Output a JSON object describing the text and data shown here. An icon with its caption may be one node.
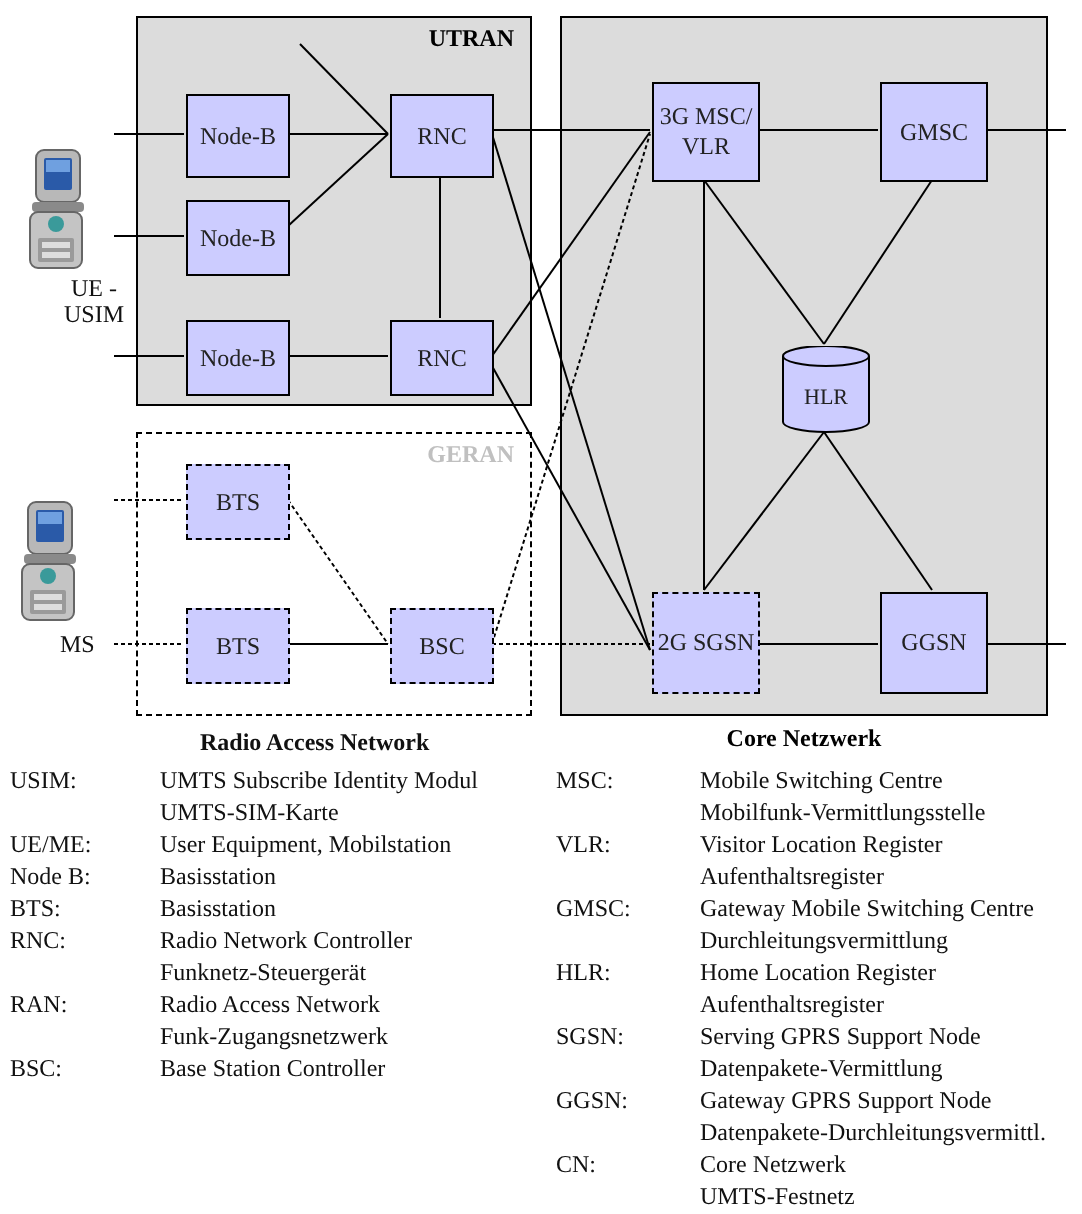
{
  "diagram": {
    "nodes": [
      {
        "text": [
          "UTRAN"
        ]
      },
      {
        "text": [
          "Node-B"
        ],
        "in": 0
      },
      {
        "text": [
          "RNC"
        ],
        "in": 0
      },
      {
        "text": [
          "Node-B"
        ],
        "in": 0
      },
      {
        "text": [
          "Node-B"
        ],
        "in": 0
      },
      {
        "text": [
          "RNC"
        ],
        "in": 0
      },
      {
        "text": [
          "GERAN"
        ]
      },
      {
        "text": [
          "BTS"
        ],
        "in": 6
      },
      {
        "text": [
          "BTS"
        ],
        "in": 6
      },
      {
        "text": [
          "BSC"
        ],
        "in": 6
      },
      {
        "text": [
          "Core Netzwerk"
        ]
      },
      {
        "text": [
          "3G MSC/ VLR"
        ],
        "in": 10
      },
      {
        "text": [
          "GMSC"
        ],
        "in": 10
      },
      {
        "text": [
          "HLR"
        ],
        "in": 10
      },
      {
        "text": [
          "2G SGSN"
        ],
        "in": 10
      },
      {
        "text": [
          "GGSN"
        ],
        "in": 10
      }
    ],
    "edges": [
      {
        "from": null,
        "to": 1,
        "arrow": "none"
      },
      {
        "from": null,
        "to": 3,
        "arrow": "none"
      },
      {
        "from": null,
        "to": 4,
        "arrow": "none"
      },
      {
        "from": null,
        "to": 7,
        "arrow": "none",
        "style": "dashed"
      },
      {
        "from": null,
        "to": 8,
        "arrow": "none",
        "style": "dashed"
      },
      {
        "from": null,
        "to": 2,
        "arrow": "none"
      },
      {
        "from": 1,
        "to": 2,
        "arrow": "none"
      },
      {
        "from": 3,
        "to": 2,
        "arrow": "none"
      },
      {
        "from": 4,
        "to": 5,
        "arrow": "none"
      },
      {
        "from": 2,
        "to": 5,
        "arrow": "none"
      },
      {
        "from": 2,
        "to": 11,
        "arrow": "none"
      },
      {
        "from": 2,
        "to": 14,
        "arrow": "none"
      },
      {
        "from": 5,
        "to": 11,
        "arrow": "none"
      },
      {
        "from": 5,
        "to": 14,
        "arrow": "none"
      },
      {
        "from": 7,
        "to": 9,
        "arrow": "none",
        "style": "dashed"
      },
      {
        "from": 8,
        "to": 9,
        "arrow": "none"
      },
      {
        "from": 9,
        "to": 11,
        "arrow": "none",
        "style": "dashed"
      },
      {
        "from": 9,
        "to": 14,
        "arrow": "none",
        "style": "dashed"
      },
      {
        "from": 11,
        "to": 12,
        "arrow": "none"
      },
      {
        "from": 11,
        "to": 13,
        "arrow": "none"
      },
      {
        "from": 12,
        "to": 13,
        "arrow": "none"
      },
      {
        "from": 11,
        "to": 14,
        "arrow": "none"
      },
      {
        "from": 13,
        "to": 14,
        "arrow": "none"
      },
      {
        "from": 13,
        "to": 15,
        "arrow": "none"
      },
      {
        "from": 14,
        "to": 15,
        "arrow": "none"
      },
      {
        "from": 12,
        "to": null,
        "arrow": "none"
      },
      {
        "from": 15,
        "to": null,
        "arrow": "none"
      }
    ],
    "labels": [
      "UE - USIM",
      "MS",
      "Radio Access Network",
      "USIM:",
      "UMTS Subscribe Identity Modul",
      "UMTS-SIM-Karte",
      "UE/ME:",
      "User Equipment, Mobilstation",
      "Node B:",
      "Basisstation",
      "BTS:",
      "Basisstation",
      "RNC:",
      "Radio Network Controller",
      "Funknetz-Steuergerät",
      "RAN:",
      "Radio Access Network",
      "Funk-Zugangsnetzwerk",
      "BSC:",
      "Base Station Controller",
      "MSC:",
      "Mobile Switching Centre",
      "Mobilfunk-Vermittlungsstelle",
      "VLR:",
      "Visitor Location Register",
      "Aufenthaltsregister",
      "GMSC:",
      "Gateway Mobile Switching Centre",
      "Durchleitungsvermittlung",
      "HLR:",
      "Home Location Register",
      "Aufenthaltsregister",
      "SGSN:",
      "Serving GPRS Support Node",
      "Datenpakete-Vermittlung",
      "GGSN:",
      "Gateway GPRS Support Node",
      "Datenpakete-Durchleitungsvermittl.",
      "CN:",
      "Core Netzwerk",
      "UMTS-Festnetz"
    ]
  }
}
